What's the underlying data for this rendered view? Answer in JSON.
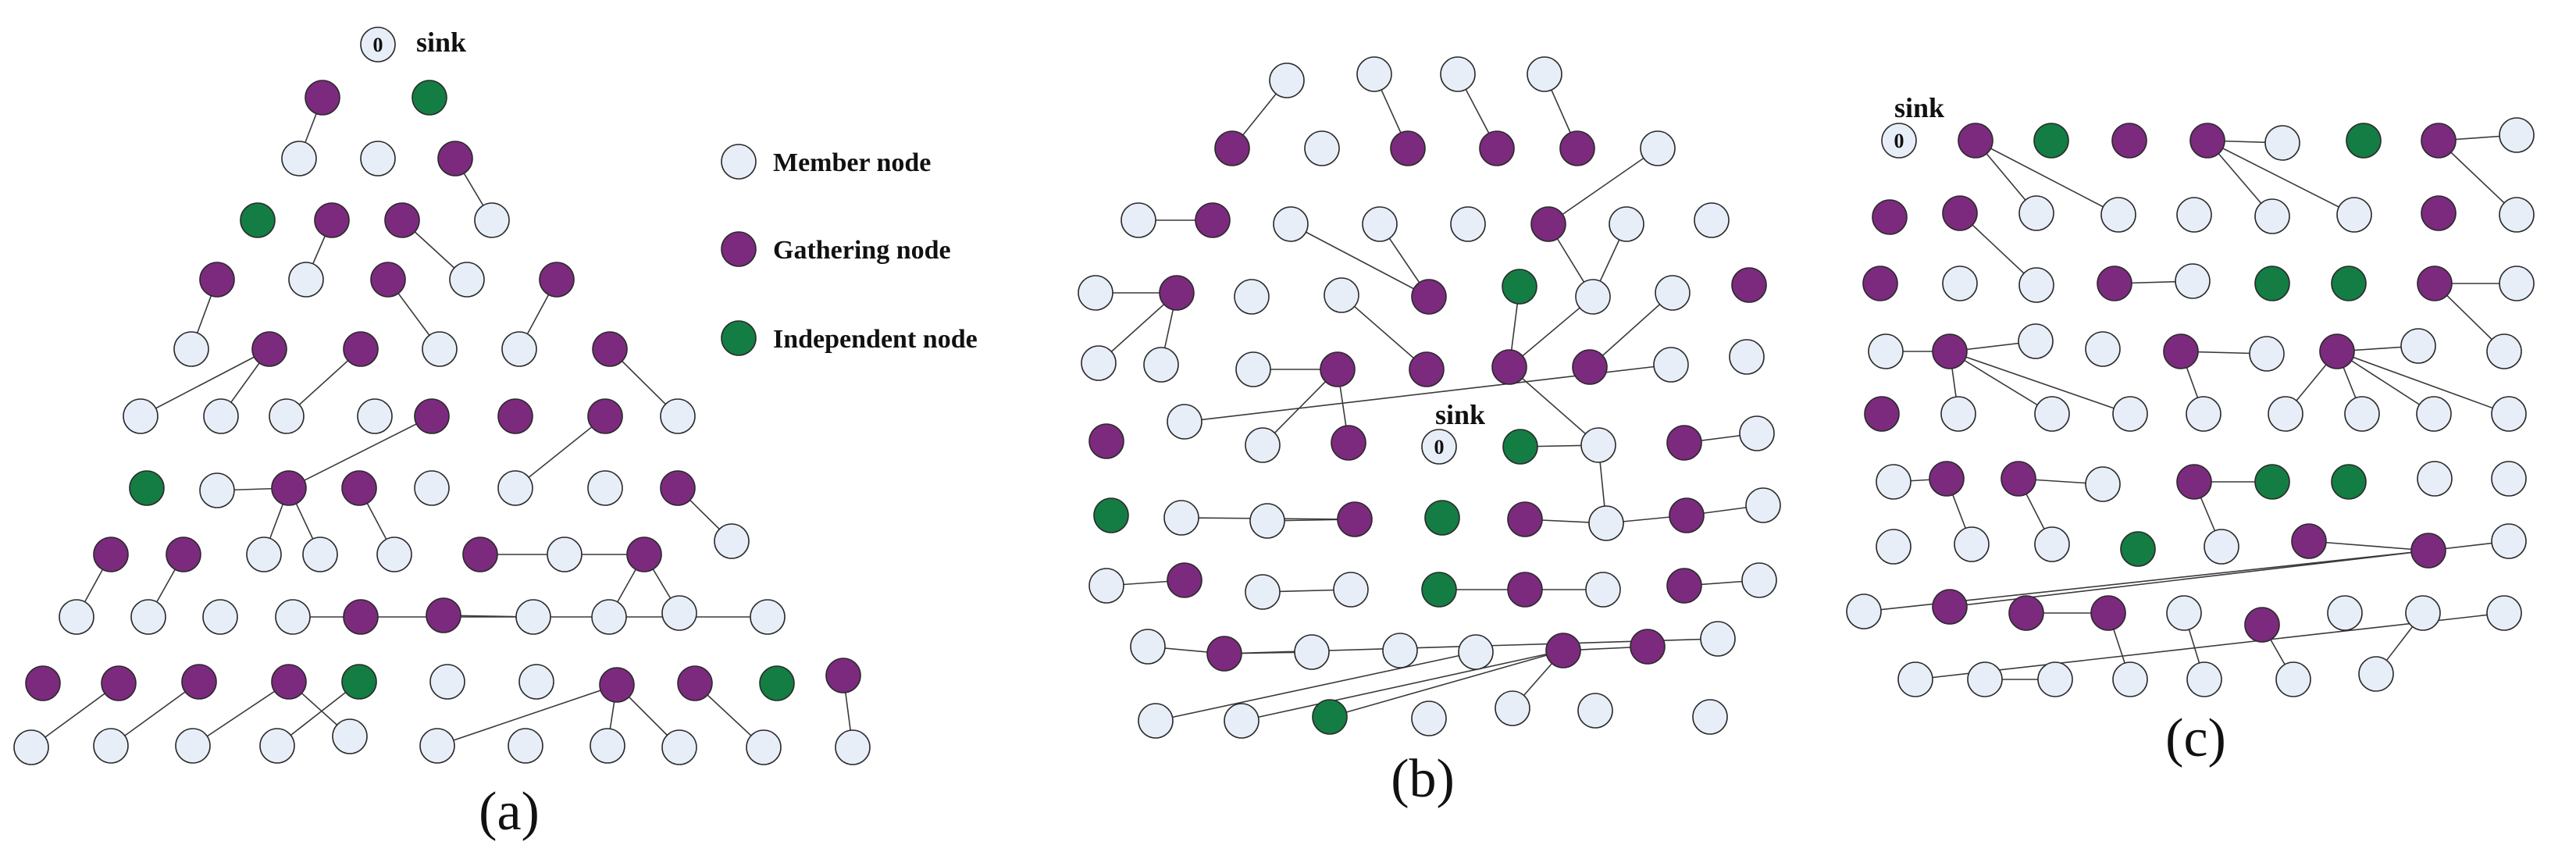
{
  "colors": {
    "member": "#e8eef8",
    "gathering": "#7c2a7e",
    "independent": "#137d43",
    "edge": "#3a3a3a",
    "outline": "#2b2b2b"
  },
  "legend": {
    "member": "Member node",
    "gathering": "Gathering node",
    "independent": "Independent node"
  },
  "panels": [
    {
      "label": "(a)",
      "sink_label": "sink",
      "sink_id": "0"
    },
    {
      "label": "(b)",
      "sink_label": "sink",
      "sink_id": "0"
    },
    {
      "label": "(c)",
      "sink_label": "sink",
      "sink_id": "0"
    }
  ]
}
